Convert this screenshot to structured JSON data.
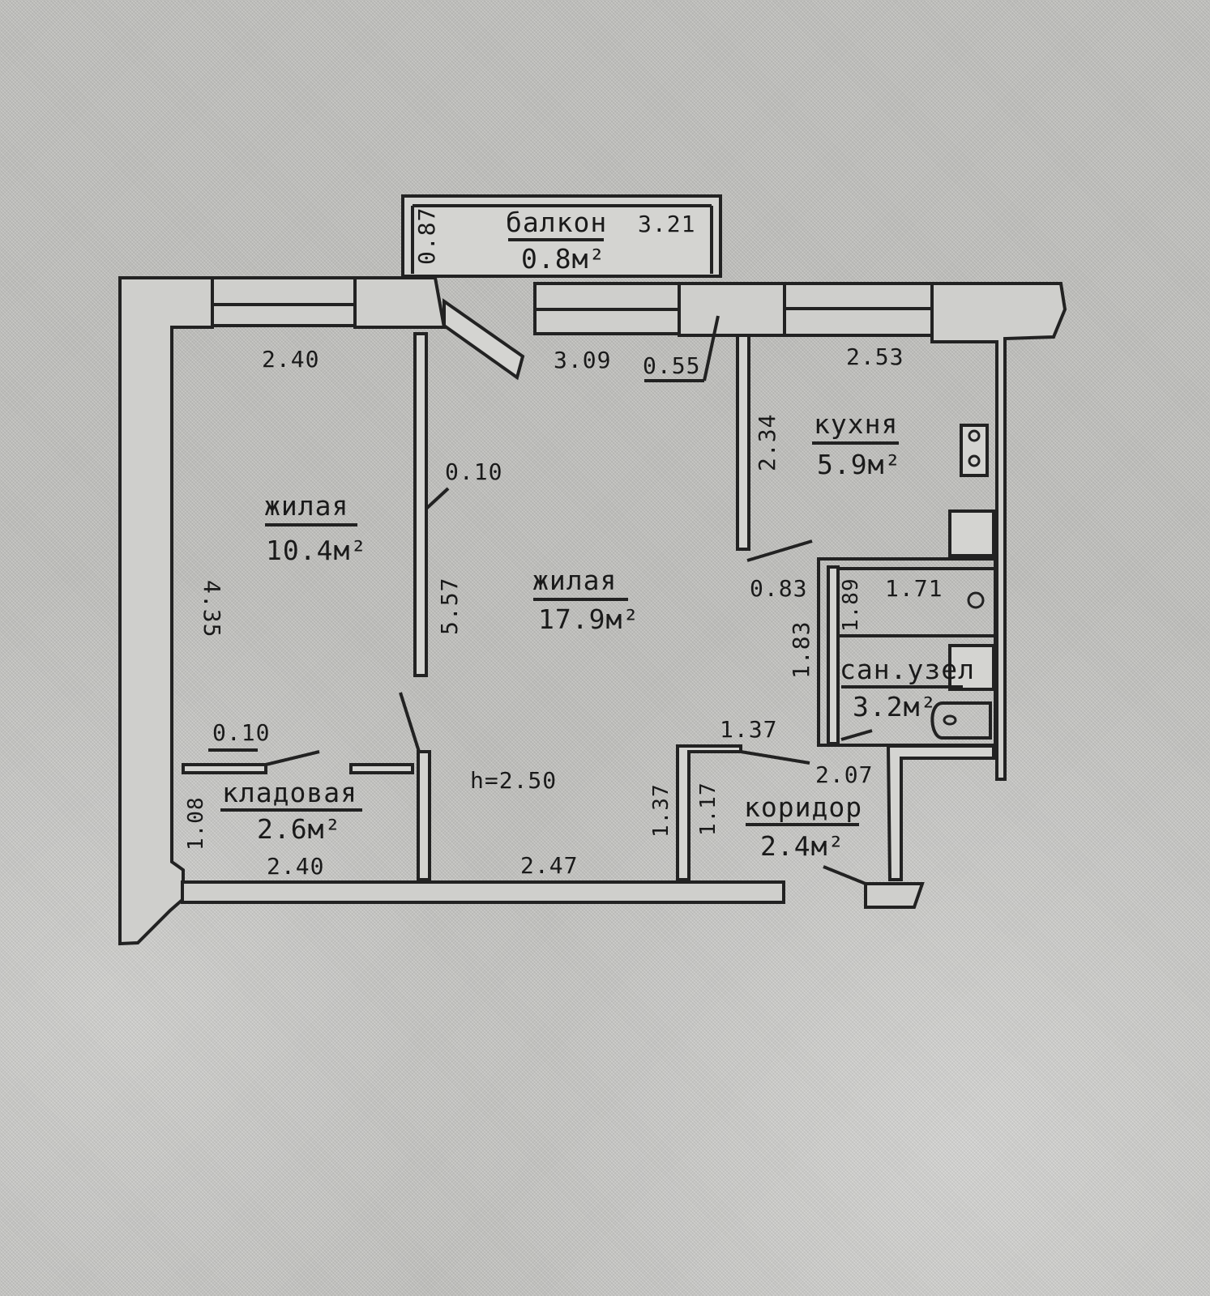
{
  "plan": {
    "rooms": {
      "balcony": {
        "name": "балкон",
        "area": "0.8м²"
      },
      "living_small": {
        "name": "жилая",
        "area": "10.4м²"
      },
      "living_large": {
        "name": "жилая",
        "area": "17.9м²"
      },
      "kitchen": {
        "name": "кухня",
        "area": "5.9м²"
      },
      "bathroom": {
        "name": "сан.узел",
        "area": "3.2м²"
      },
      "corridor": {
        "name": "коридор",
        "area": "2.4м²"
      },
      "storage": {
        "name": "кладовая",
        "area": "2.6м²"
      }
    },
    "dimensions": {
      "balcony_width": "3.21",
      "balcony_depth": "0.87",
      "small_room_top": "2.40",
      "large_room_top": "3.09",
      "opening_small": "0.55",
      "kitchen_top": "2.53",
      "kitchen_side": "2.34",
      "small_room_side": "4.35",
      "partition_a": "0.10",
      "partition_b": "0.10",
      "large_room_side": "5.57",
      "kitchen_door": "0.83",
      "bath_top": "1.71",
      "bath_side_inner": "1.89",
      "bath_side_outer": "1.83",
      "corridor_top": "1.37",
      "corridor_side": "2.07",
      "corridor_left_a": "1.37",
      "corridor_left_b": "1.17",
      "storage_side": "1.08",
      "storage_bottom": "2.40",
      "main_bottom": "2.47",
      "height": "h=2.50"
    }
  }
}
